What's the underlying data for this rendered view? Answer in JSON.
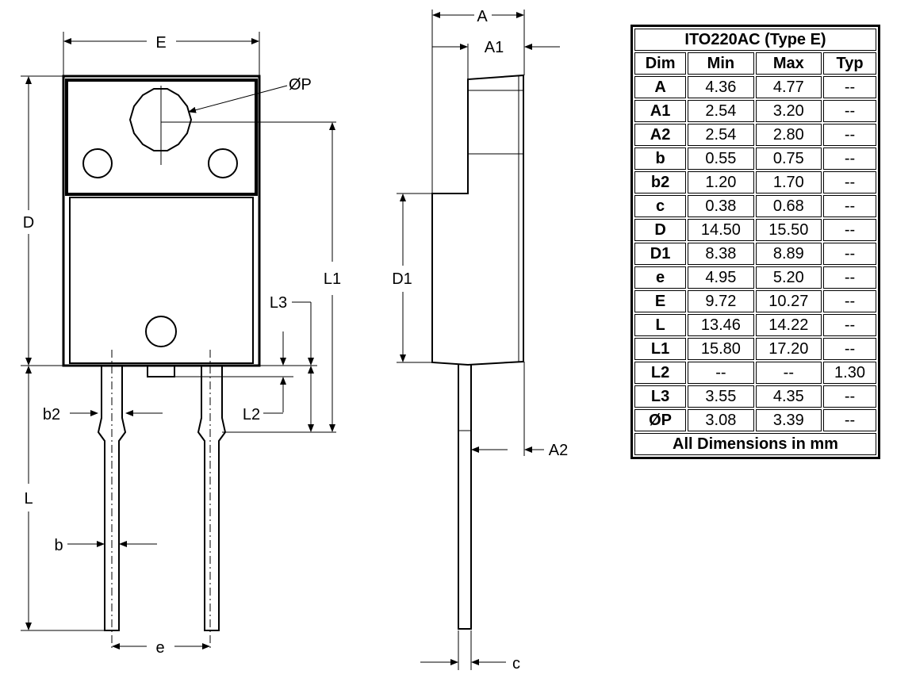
{
  "labels": {
    "E": "E",
    "phiP": "ØP",
    "D": "D",
    "L1": "L1",
    "L3": "L3",
    "L2": "L2",
    "b2": "b2",
    "L": "L",
    "b": "b",
    "e": "e",
    "A": "A",
    "A1": "A1",
    "D1": "D1",
    "A2": "A2",
    "c": "c"
  },
  "table": {
    "title": "ITO220AC (Type E)",
    "headers": [
      "Dim",
      "Min",
      "Max",
      "Typ"
    ],
    "rows": [
      [
        "A",
        "4.36",
        "4.77",
        "--"
      ],
      [
        "A1",
        "2.54",
        "3.20",
        "--"
      ],
      [
        "A2",
        "2.54",
        "2.80",
        "--"
      ],
      [
        "b",
        "0.55",
        "0.75",
        "--"
      ],
      [
        "b2",
        "1.20",
        "1.70",
        "--"
      ],
      [
        "c",
        "0.38",
        "0.68",
        "--"
      ],
      [
        "D",
        "14.50",
        "15.50",
        "--"
      ],
      [
        "D1",
        "8.38",
        "8.89",
        "--"
      ],
      [
        "e",
        "4.95",
        "5.20",
        "--"
      ],
      [
        "E",
        "9.72",
        "10.27",
        "--"
      ],
      [
        "L",
        "13.46",
        "14.22",
        "--"
      ],
      [
        "L1",
        "15.80",
        "17.20",
        "--"
      ],
      [
        "L2",
        "--",
        "--",
        "1.30"
      ],
      [
        "L3",
        "3.55",
        "4.35",
        "--"
      ],
      [
        "ØP",
        "3.08",
        "3.39",
        "--"
      ]
    ],
    "footer": "All Dimensions in mm"
  }
}
